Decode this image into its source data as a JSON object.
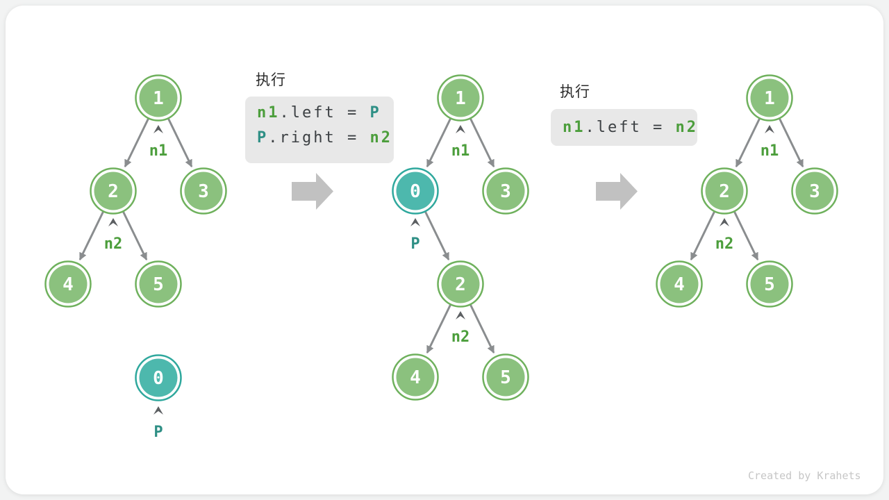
{
  "steps": [
    {
      "title": "执行",
      "code": [
        [
          {
            "t": "n1",
            "c": "green"
          },
          {
            "t": ".left = ",
            "c": "plain"
          },
          {
            "t": "P",
            "c": "teal"
          }
        ],
        [
          {
            "t": "P",
            "c": "teal"
          },
          {
            "t": ".right = ",
            "c": "plain"
          },
          {
            "t": "n2",
            "c": "green"
          }
        ]
      ]
    },
    {
      "title": "执行",
      "code": [
        [
          {
            "t": "n1",
            "c": "green"
          },
          {
            "t": ".left = ",
            "c": "plain"
          },
          {
            "t": "n2",
            "c": "green"
          }
        ]
      ]
    }
  ],
  "trees": [
    {
      "name": "tree-initial",
      "nodes": [
        {
          "value": "1",
          "type": "green"
        },
        {
          "value": "2",
          "type": "green"
        },
        {
          "value": "3",
          "type": "green"
        },
        {
          "value": "4",
          "type": "green"
        },
        {
          "value": "5",
          "type": "green"
        },
        {
          "value": "0",
          "type": "teal"
        }
      ],
      "pointers": [
        {
          "label": "n1",
          "target": "1"
        },
        {
          "label": "n2",
          "target": "2"
        },
        {
          "label": "P",
          "target": "0"
        }
      ]
    },
    {
      "name": "tree-after-insert",
      "nodes": [
        {
          "value": "1",
          "type": "green"
        },
        {
          "value": "0",
          "type": "teal"
        },
        {
          "value": "3",
          "type": "green"
        },
        {
          "value": "2",
          "type": "green"
        },
        {
          "value": "4",
          "type": "green"
        },
        {
          "value": "5",
          "type": "green"
        }
      ],
      "pointers": [
        {
          "label": "n1",
          "target": "1"
        },
        {
          "label": "P",
          "target": "0"
        },
        {
          "label": "n2",
          "target": "2"
        }
      ]
    },
    {
      "name": "tree-after-remove",
      "nodes": [
        {
          "value": "1",
          "type": "green"
        },
        {
          "value": "2",
          "type": "green"
        },
        {
          "value": "3",
          "type": "green"
        },
        {
          "value": "4",
          "type": "green"
        },
        {
          "value": "5",
          "type": "green"
        }
      ],
      "pointers": [
        {
          "label": "n1",
          "target": "1"
        },
        {
          "label": "n2",
          "target": "2"
        }
      ]
    }
  ],
  "footer": {
    "credit": "Created by Krahets"
  },
  "colors": {
    "node_green_fill": "#8bc17e",
    "node_green_border": "#6fb15d",
    "node_teal_fill": "#4db8ad",
    "node_teal_border": "#2fa89d",
    "pointer_green": "#4c9e3c",
    "pointer_teal": "#2e8f85",
    "code_text": "#3c4043",
    "code_background": "#e8e8e8",
    "edge_gray": "#8a8d8f",
    "transition_arrow_gray": "#c1c1c1",
    "card_background": "#ffffff",
    "page_background": "#f2f3f3"
  }
}
